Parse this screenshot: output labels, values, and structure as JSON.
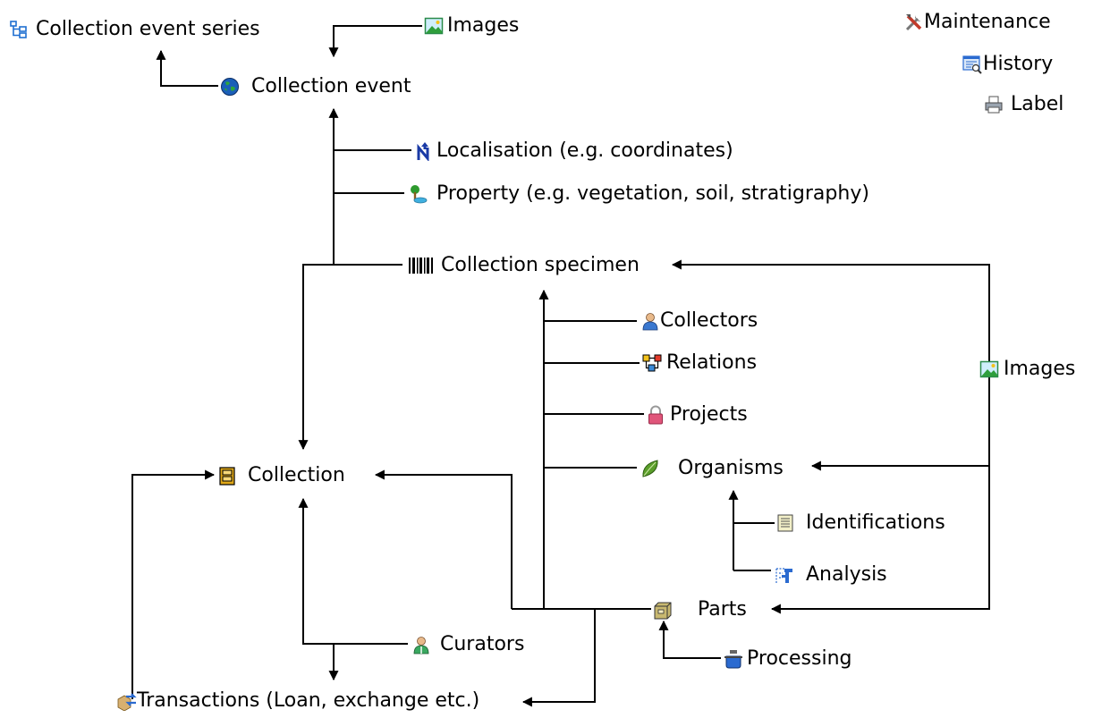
{
  "nodes": {
    "collection_event_series": {
      "label": "Collection event series",
      "icon": "hierarchy-icon"
    },
    "images_top": {
      "label": "Images",
      "icon": "image-icon"
    },
    "collection_event": {
      "label": "Collection event",
      "icon": "globe-icon"
    },
    "localisation": {
      "label": "Localisation (e.g. coordinates)",
      "icon": "north-arrow-icon"
    },
    "property": {
      "label": "Property (e.g. vegetation, soil, stratigraphy)",
      "icon": "tree-icon"
    },
    "collection_specimen": {
      "label": "Collection specimen",
      "icon": "barcode-icon"
    },
    "collectors": {
      "label": "Collectors",
      "icon": "person-icon"
    },
    "relations": {
      "label": "Relations",
      "icon": "relations-icon"
    },
    "projects": {
      "label": "Projects",
      "icon": "lock-icon"
    },
    "organisms": {
      "label": "Organisms",
      "icon": "leaf-icon"
    },
    "identifications": {
      "label": "Identifications",
      "icon": "document-icon"
    },
    "analysis": {
      "label": "Analysis",
      "icon": "analysis-icon"
    },
    "images_right": {
      "label": "Images",
      "icon": "image-icon"
    },
    "collection": {
      "label": "Collection",
      "icon": "cabinet-icon"
    },
    "parts": {
      "label": "Parts",
      "icon": "box-icon"
    },
    "processing": {
      "label": "Processing",
      "icon": "flask-icon"
    },
    "curators": {
      "label": "Curators",
      "icon": "curator-icon"
    },
    "transactions": {
      "label": "Transactions (Loan, exchange etc.)",
      "icon": "transaction-icon"
    },
    "maintenance": {
      "label": "Maintenance",
      "icon": "tools-icon"
    },
    "history": {
      "label": "History",
      "icon": "history-icon"
    },
    "label": {
      "label": "Label",
      "icon": "printer-icon"
    }
  },
  "colors": {
    "line": "#000000",
    "text": "#000000",
    "background": "#ffffff"
  }
}
